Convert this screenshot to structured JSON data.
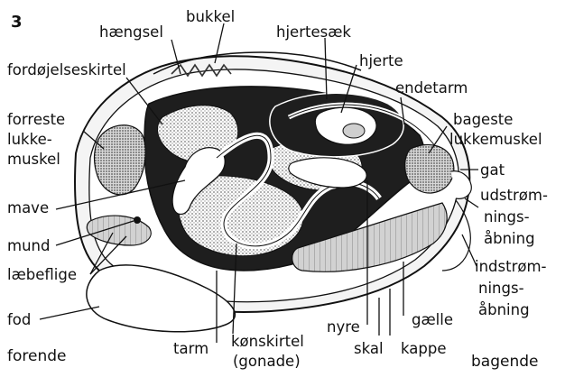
{
  "figure": {
    "number": "3"
  },
  "labels": {
    "haengsel": "hængsel",
    "bukkel": "bukkel",
    "hjertesaek": "hjertesæk",
    "hjerte": "hjerte",
    "fordoejelseskirtel": "fordøjelseskirtel",
    "endetarm": "endetarm",
    "forreste_1": "forreste",
    "forreste_2": "lukke-",
    "forreste_3": "muskel",
    "bageste_1": "bageste",
    "bageste_2": "lukkemuskel",
    "gat": "gat",
    "udstroem_1": "udstrøm-",
    "udstroem_2": "nings-",
    "udstroem_3": "åbning",
    "mave": "mave",
    "mund": "mund",
    "laebeflige": "læbeflige",
    "indstroem_1": "indstrøm-",
    "indstroem_2": "nings-",
    "indstroem_3": "åbning",
    "fod": "fod",
    "nyre": "nyre",
    "gaelle": "gælle",
    "skal": "skal",
    "kappe": "kappe",
    "tarm": "tarm",
    "koenskirtel_1": "kønskirtel",
    "koenskirtel_2": "(gonade)",
    "forende": "forende",
    "bagende": "bagende"
  },
  "colors": {
    "ink": "#111111",
    "dark_tissue": "#1e1e1e",
    "stipple": "#8c8c8c",
    "light": "#ffffff"
  }
}
